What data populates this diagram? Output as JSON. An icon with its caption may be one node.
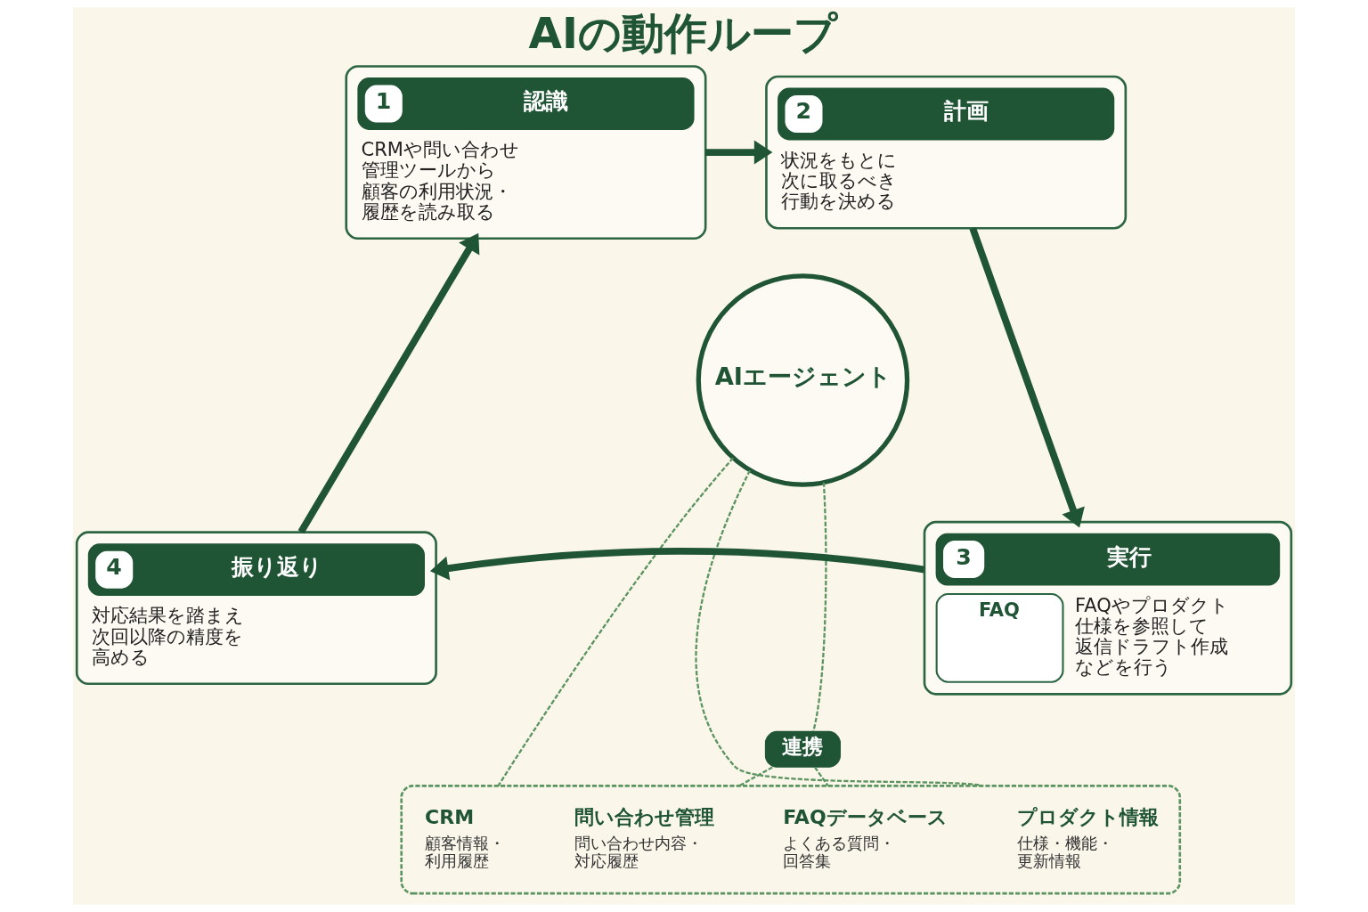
{
  "diagram": {
    "title": "AIの動作ループ",
    "nodes": [
      {
        "text": [
          "1",
          "認識",
          "CRMや問い合わせ管理ツールから顧客の利用状況・履歴を読み取る"
        ]
      },
      {
        "text": [
          "2",
          "計画",
          "状況をもとに次に取るべき行動を決める"
        ]
      },
      {
        "text": [
          "AIエージェント"
        ]
      },
      {
        "text": [
          "4",
          "振り返り",
          "対応結果を踏まえ次回以降の精度を高める"
        ]
      },
      {
        "text": [
          "3",
          "実行",
          "FAQ",
          "FAQやプロダクト仕様を参照して返信ドラフト作成などを行う"
        ]
      },
      {
        "text": [
          "連携"
        ]
      },
      {
        "text": [],
        "shape": "box"
      },
      {
        "text": [
          "CRM",
          "顧客情報・利用履歴"
        ],
        "in": 6
      },
      {
        "text": [
          "問い合わせ管理",
          "問い合わせ内容・対応履歴"
        ],
        "in": 6
      },
      {
        "text": [
          "FAQデータベース",
          "よくある質問・回答集"
        ],
        "in": 6
      },
      {
        "text": [
          "プロダクト情報",
          "仕様・機能・更新情報"
        ],
        "in": 6
      }
    ],
    "edges": [
      {
        "from": 0,
        "to": 1,
        "arrow": "to",
        "style": "thick"
      },
      {
        "from": 1,
        "to": 4,
        "arrow": "to",
        "style": "thick"
      },
      {
        "from": 4,
        "to": 3,
        "arrow": "to",
        "style": "thick"
      },
      {
        "from": 3,
        "to": 0,
        "arrow": "to",
        "style": "thick"
      },
      {
        "from": 2,
        "to": 6,
        "arrow": "none",
        "style": "dashed",
        "color": "#5b9460"
      },
      {
        "from": 2,
        "to": 5,
        "arrow": "none",
        "style": "dashed",
        "color": "#5b9460"
      },
      {
        "from": 2,
        "to": 6,
        "arrow": "none",
        "style": "dashed",
        "color": "#5b9460"
      },
      {
        "from": 5,
        "to": 6,
        "arrow": "none",
        "style": "dashed",
        "color": "#5b9460"
      },
      {
        "from": 5,
        "to": 6,
        "arrow": "none",
        "style": "dashed",
        "color": "#5b9460"
      }
    ]
  }
}
